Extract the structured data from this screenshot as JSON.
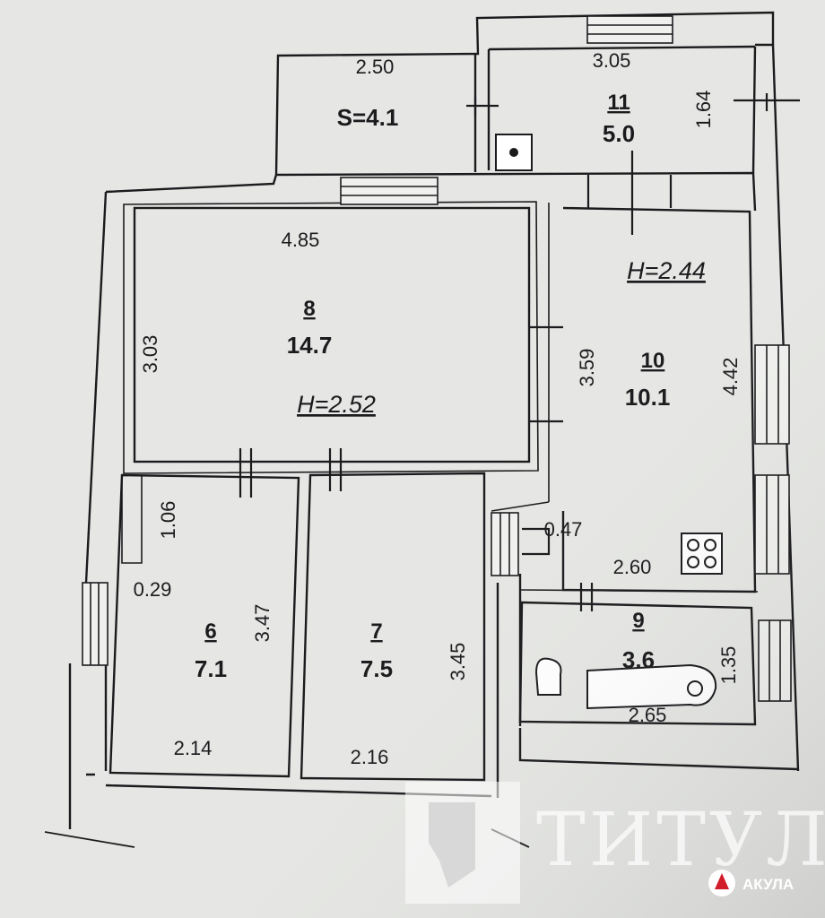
{
  "rooms": [
    {
      "id": "porch",
      "area_label": "S=4.1",
      "dims": [
        "2.50"
      ]
    },
    {
      "id": "11",
      "number": "11",
      "area": "5.0",
      "dims": [
        "3.05",
        "1.64"
      ]
    },
    {
      "id": "8",
      "number": "8",
      "area": "14.7",
      "height": "H=2.52",
      "dims": [
        "4.85",
        "3.03"
      ]
    },
    {
      "id": "10",
      "number": "10",
      "area": "10.1",
      "height": "H=2.44",
      "dims": [
        "3.59",
        "4.42",
        "0.47",
        "2.60"
      ]
    },
    {
      "id": "6",
      "number": "6",
      "area": "7.1",
      "dims": [
        "1.06",
        "0.29",
        "3.47",
        "2.14"
      ]
    },
    {
      "id": "7",
      "number": "7",
      "area": "7.5",
      "dims": [
        "3.45",
        "2.16"
      ]
    },
    {
      "id": "9",
      "number": "9",
      "area": "3.6",
      "dims": [
        "1.35",
        "2.65"
      ]
    }
  ],
  "watermark": {
    "text": "ТИТУЛ"
  },
  "badge": {
    "text": "АКУЛА"
  }
}
